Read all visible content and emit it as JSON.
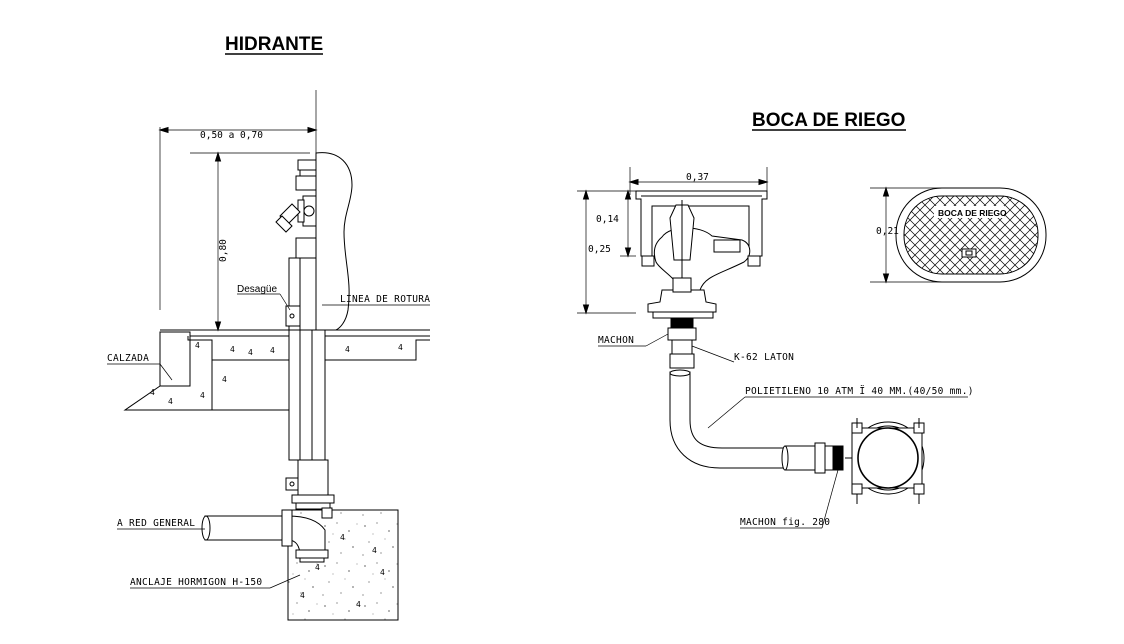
{
  "hidrante": {
    "title": "HIDRANTE",
    "dim_width": "0,50 a 0,70",
    "dim_height": "0,80",
    "labels": {
      "desague": "Desagüe",
      "linea_rotura": "LINEA DE ROTURA",
      "calzada": "CALZADA",
      "red_general": "A RED GENERAL",
      "anclaje": "ANCLAJE HORMIGON H-150"
    }
  },
  "boca_riego": {
    "title": "BOCA DE RIEGO",
    "dim_width": "0,37",
    "dim_upper": "0,14",
    "dim_total": "0,25",
    "dim_cover": "0,21",
    "labels": {
      "machon": "MACHON",
      "k62": "K-62 LATON",
      "polietileno": "POLIETILENO 10 ATM Ï 40 MM.(40/50 mm.)",
      "machon_fig": "MACHON fig. 280",
      "cover_text": "BOCA DE RIEGO"
    }
  },
  "colors": {
    "line": "#000000",
    "background": "#ffffff"
  }
}
